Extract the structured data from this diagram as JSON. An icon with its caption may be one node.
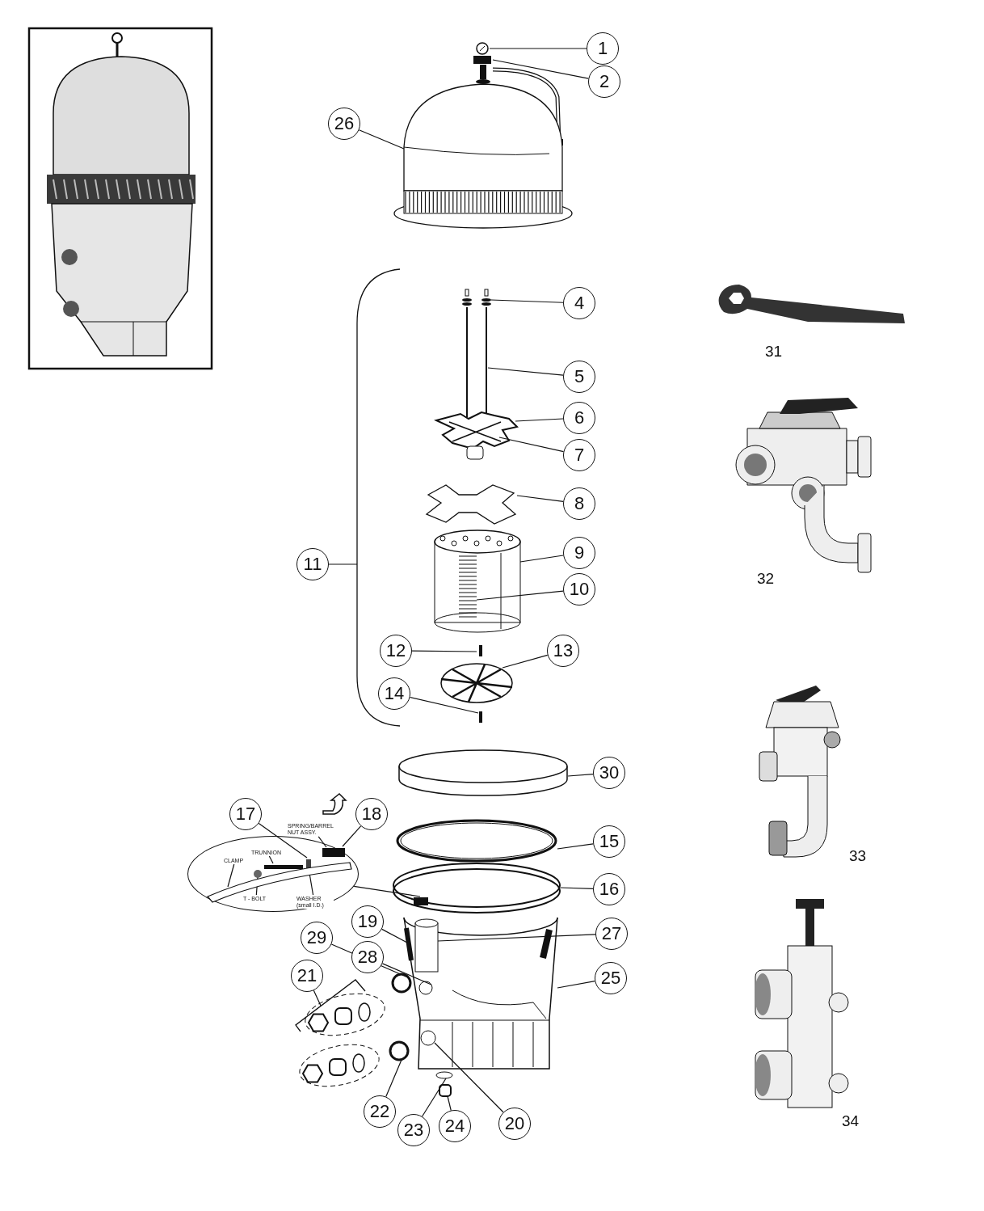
{
  "diagram": {
    "nodes": [
      {
        "text": [
          "1"
        ]
      },
      {
        "text": [
          "2"
        ]
      },
      {
        "text": [
          "26"
        ]
      },
      {
        "text": [
          "4"
        ]
      },
      {
        "text": [
          "5"
        ]
      },
      {
        "text": [
          "6"
        ]
      },
      {
        "text": [
          "7"
        ]
      },
      {
        "text": [
          "8"
        ]
      },
      {
        "text": [
          "11"
        ]
      },
      {
        "text": [
          "9"
        ]
      },
      {
        "text": [
          "10"
        ]
      },
      {
        "text": [
          "12"
        ]
      },
      {
        "text": [
          "13"
        ]
      },
      {
        "text": [
          "14"
        ]
      },
      {
        "text": [
          "30"
        ]
      },
      {
        "text": [
          "17"
        ]
      },
      {
        "text": [
          "18"
        ]
      },
      {
        "text": [],
        "shape": "picture"
      },
      {
        "text": [
          "SPRING/BARREL NUT ASSY."
        ]
      },
      {
        "text": [
          "TRUNNION"
        ],
        "in": 17
      },
      {
        "text": [
          "CLAMP"
        ],
        "in": 17
      },
      {
        "text": [
          "T - BOLT"
        ],
        "in": 17
      },
      {
        "text": [
          "WASHER (small I.D.)"
        ],
        "in": 17
      },
      {
        "text": [
          "15"
        ]
      },
      {
        "text": [
          "16"
        ]
      },
      {
        "text": [
          "19"
        ]
      },
      {
        "text": [
          "27"
        ]
      },
      {
        "text": [
          "29"
        ]
      },
      {
        "text": [
          "28"
        ]
      },
      {
        "text": [
          "21"
        ]
      },
      {
        "text": [
          "25"
        ]
      },
      {
        "text": [
          "22"
        ]
      },
      {
        "text": [
          "20"
        ]
      },
      {
        "text": [
          "24"
        ]
      },
      {
        "text": [
          "23"
        ]
      },
      {
        "text": [],
        "shape": "picture"
      },
      {
        "text": [],
        "shape": "picture"
      },
      {
        "text": [],
        "shape": "picture"
      },
      {
        "text": [],
        "shape": "picture"
      },
      {
        "text": [],
        "shape": "picture"
      },
      {
        "text": [],
        "shape": "picture"
      },
      {
        "text": [],
        "shape": "picture"
      },
      {
        "text": [],
        "shape": "picture"
      },
      {
        "text": [],
        "shape": "picture"
      },
      {
        "text": [],
        "shape": "picture",
        "in": 43
      },
      {
        "text": [],
        "shape": "bracket"
      },
      {
        "text": [],
        "shape": "bar"
      },
      {
        "text": [],
        "shape": "circle"
      },
      {
        "text": [],
        "shape": "bar"
      },
      {
        "text": [],
        "shape": "cylinder"
      },
      {
        "text": [],
        "shape": "bar",
        "in": 17
      },
      {
        "text": [],
        "shape": "bar",
        "in": 17
      },
      {
        "text": [],
        "shape": "bar",
        "in": 17
      },
      {
        "text": [],
        "shape": "circle",
        "in": 17
      },
      {
        "text": [],
        "shape": "picture",
        "in": 17
      },
      {
        "text": [],
        "shape": "picture"
      },
      {
        "text": [],
        "shape": "picture"
      },
      {
        "text": [],
        "shape": "picture"
      },
      {
        "text": [],
        "shape": "cylinder",
        "in": 57
      },
      {
        "text": [],
        "shape": "bar",
        "in": 57
      },
      {
        "text": [],
        "shape": "circle"
      },
      {
        "text": [],
        "shape": "circle",
        "in": 57
      },
      {
        "text": [],
        "shape": "bracket"
      },
      {
        "text": [],
        "shape": "circle"
      },
      {
        "text": [],
        "shape": "circle",
        "in": 57
      },
      {
        "text": [],
        "shape": "box"
      },
      {
        "text": [],
        "shape": "circle"
      }
    ],
    "edges": [
      {
        "from": 0,
        "to": 35,
        "arrow": "none"
      },
      {
        "from": 1,
        "to": 36,
        "arrow": "none"
      },
      {
        "from": 2,
        "to": 37,
        "arrow": "none"
      },
      {
        "from": 3,
        "to": 38,
        "arrow": "none"
      },
      {
        "from": 4,
        "to": 39,
        "arrow": "none"
      },
      {
        "from": 5,
        "to": 40,
        "arrow": "none"
      },
      {
        "from": 6,
        "to": 41,
        "arrow": "none"
      },
      {
        "from": 7,
        "to": 42,
        "arrow": "none"
      },
      {
        "from": 8,
        "to": 45,
        "arrow": "none"
      },
      {
        "from": 9,
        "to": 43,
        "arrow": "none"
      },
      {
        "from": 10,
        "to": 44,
        "arrow": "none"
      },
      {
        "from": 11,
        "to": 46,
        "arrow": "none"
      },
      {
        "from": 12,
        "to": 47,
        "arrow": "none"
      },
      {
        "from": 13,
        "to": 48,
        "arrow": "none"
      },
      {
        "from": 14,
        "to": 49,
        "arrow": "none"
      },
      {
        "from": 15,
        "to": 50,
        "arrow": "none"
      },
      {
        "from": 16,
        "to": 51,
        "arrow": "none"
      },
      {
        "from": 17,
        "to": 56,
        "arrow": "none"
      },
      {
        "from": 18,
        "to": 51,
        "arrow": "none"
      },
      {
        "from": 19,
        "to": 52,
        "arrow": "none"
      },
      {
        "from": 20,
        "to": 54,
        "arrow": "none"
      },
      {
        "from": 21,
        "to": 53,
        "arrow": "none"
      },
      {
        "from": 22,
        "to": 50,
        "arrow": "none"
      },
      {
        "from": 23,
        "to": 55,
        "arrow": "none"
      },
      {
        "from": 24,
        "to": 56,
        "arrow": "none"
      },
      {
        "from": 25,
        "to": 59,
        "arrow": "none"
      },
      {
        "from": 26,
        "to": 58,
        "arrow": "none"
      },
      {
        "from": 27,
        "to": 60,
        "arrow": "none"
      },
      {
        "from": 28,
        "to": 61,
        "arrow": "none"
      },
      {
        "from": 29,
        "to": 62,
        "arrow": "none"
      },
      {
        "from": 30,
        "to": 57,
        "arrow": "none"
      },
      {
        "from": 31,
        "to": 63,
        "arrow": "none"
      },
      {
        "from": 32,
        "to": 64,
        "arrow": "none"
      },
      {
        "from": 33,
        "to": 65,
        "arrow": "none"
      },
      {
        "from": 34,
        "to": 66,
        "arrow": "none"
      }
    ],
    "labels": [
      "31",
      "32",
      "33",
      "34"
    ]
  }
}
